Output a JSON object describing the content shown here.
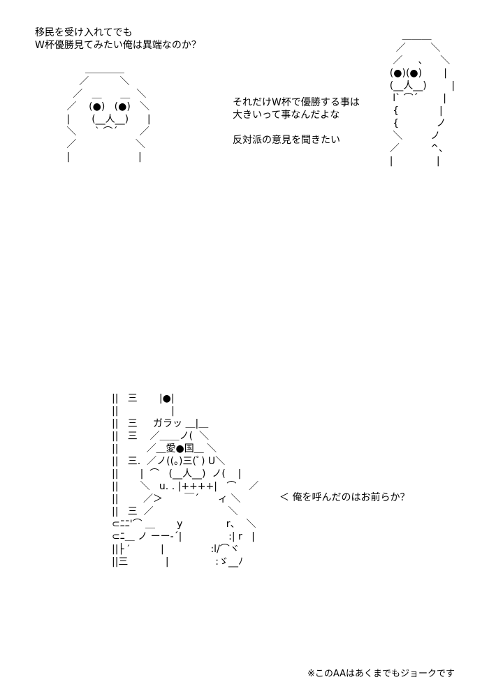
{
  "scene1": {
    "left_dialogue": "移民を受け入れてでも\nW杯優勝見てみたい俺は異端なのか？",
    "left_art": "         ＿＿＿＿\n       ／          ＼\n     ／   ＿      ＿  ＼\n   ／    (●)   (●)   ＼\n   |       (__人__)      |\n   ＼      ` ⌒´       ／\n   ／                   ＼\n   |                      |",
    "right_art": "        ＿＿＿\n      ／        ＼\n     ／     、    ＼\n    (●)(●)       |\n    (__人__)        |\n     l` ⌒´        |\n     {             |\n     {            ノ\n     ＼         ノ\n    ／          ^、\n    |              |",
    "right_dialogue": "それだけW杯で優勝する事は\n大きいって事なんだよな\n\n反対派の意見を聞きたい"
  },
  "scene2": {
    "art": "||   三       |●|\n||                 |\n||   三     ガラッ ＿|＿\n||   三    ／＿＿ノ(  ＼\n||         ／＿愛●国＿ ＼\n||   三.  ／ノ((。)三(ﾟ) U＼\n||       |  ⌒   (__人__)  ノ(    |\n||       ＼   u. . |++++|   ⌒    ／\n||        ／＞       ￣´      ィ ＼\n||   三  ／                        ＼\n⊂ﾆﾆ'⌒ ＿       y              r、  ＼\n⊂ﾆ＿ ノ ーー-´|               :| r   |\n||├ ′          |               :l/⌒ヾ\n||三            |               :ゞ__ﾉ",
    "speech": "＜ 俺を呼んだのはお前らか？"
  },
  "footer": {
    "note": "※このAAはあくまでもジョークです"
  }
}
